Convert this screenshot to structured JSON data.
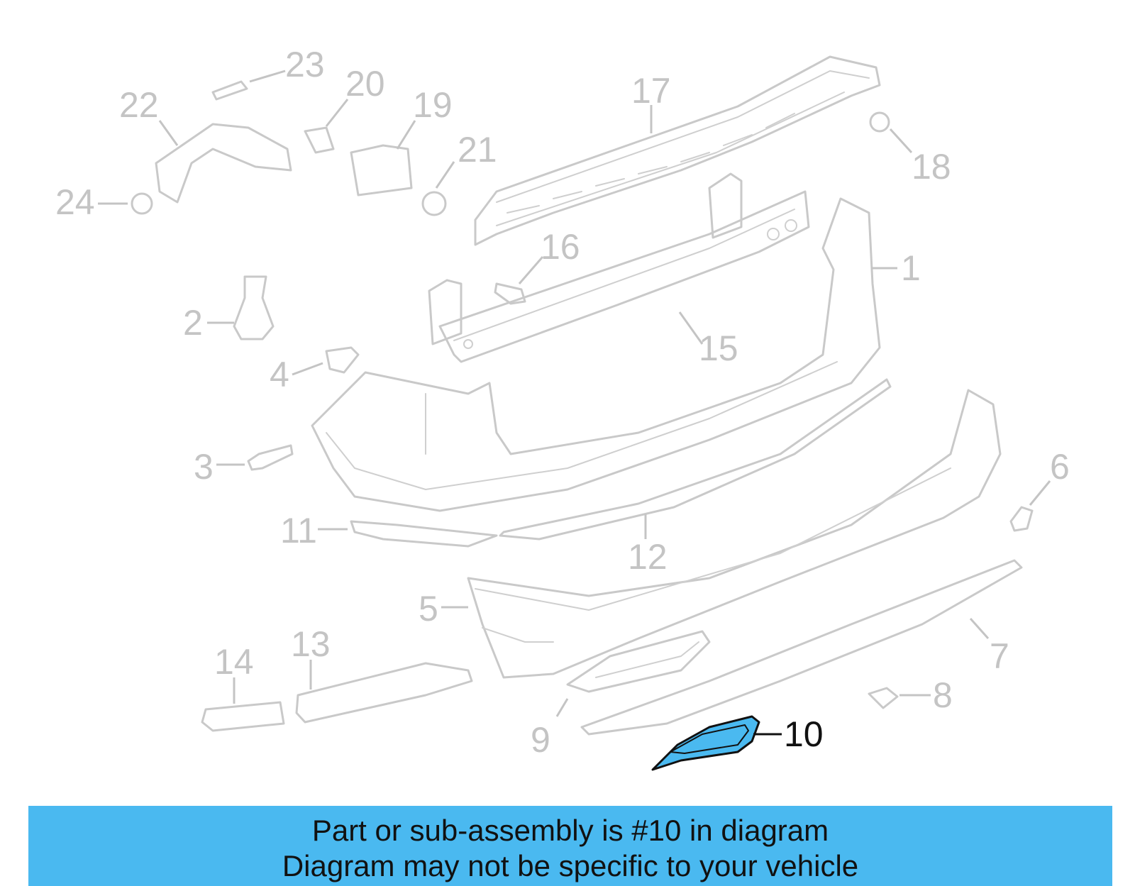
{
  "diagram": {
    "highlight_color": "#4ab9f0",
    "callouts": [
      {
        "id": "1",
        "label": "1"
      },
      {
        "id": "2",
        "label": "2"
      },
      {
        "id": "3",
        "label": "3"
      },
      {
        "id": "4",
        "label": "4"
      },
      {
        "id": "5",
        "label": "5"
      },
      {
        "id": "6",
        "label": "6"
      },
      {
        "id": "7",
        "label": "7"
      },
      {
        "id": "8",
        "label": "8"
      },
      {
        "id": "9",
        "label": "9"
      },
      {
        "id": "10",
        "label": "10",
        "highlighted": true
      },
      {
        "id": "11",
        "label": "11"
      },
      {
        "id": "12",
        "label": "12"
      },
      {
        "id": "13",
        "label": "13"
      },
      {
        "id": "14",
        "label": "14"
      },
      {
        "id": "15",
        "label": "15"
      },
      {
        "id": "16",
        "label": "16"
      },
      {
        "id": "17",
        "label": "17"
      },
      {
        "id": "18",
        "label": "18"
      },
      {
        "id": "19",
        "label": "19"
      },
      {
        "id": "20",
        "label": "20"
      },
      {
        "id": "21",
        "label": "21"
      },
      {
        "id": "22",
        "label": "22"
      },
      {
        "id": "23",
        "label": "23"
      },
      {
        "id": "24",
        "label": "24"
      }
    ]
  },
  "banner": {
    "background": "#4ab9f0",
    "line1": "Part or sub-assembly is #10 in diagram",
    "line2": "Diagram may not be specific to your vehicle"
  }
}
